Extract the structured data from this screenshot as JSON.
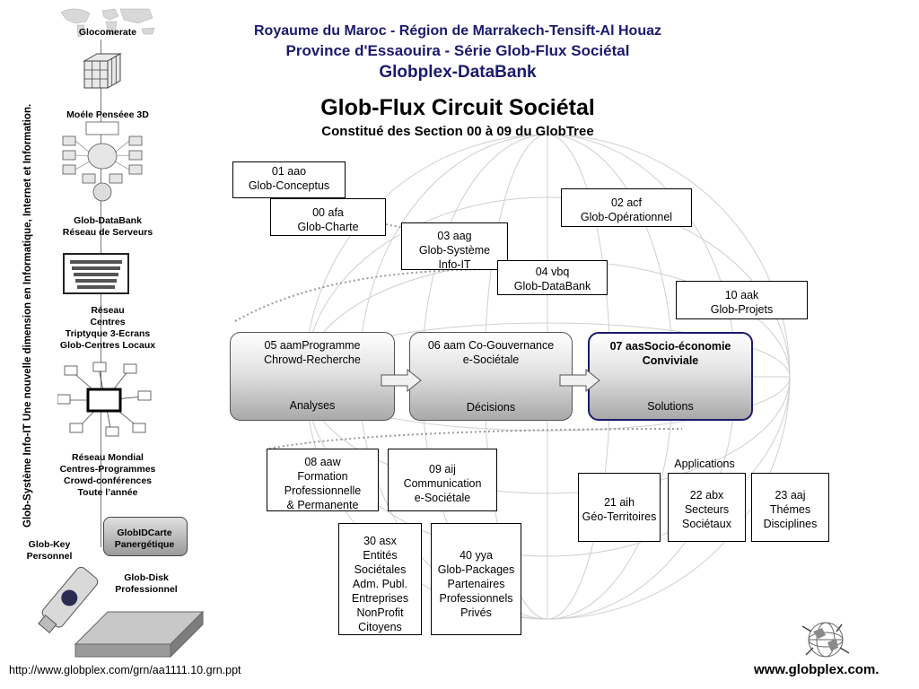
{
  "header": {
    "line1": "Royaume du Maroc - Région de Marrakech-Tensift-Al Houaz",
    "line2": "Province d'Essaouira - Série Glob-Flux Sociétal",
    "line3": "Globplex-DataBank",
    "title": "Glob-Flux Circuit Sociétal",
    "subtitle": "Constitué des Section 00 à 09 du GlobTree"
  },
  "vertical_caption": "Glob-Système Info-IT  Une nouvelle dimension en Informatique, Internet et Information.",
  "sidebar": {
    "glocomerate": "Glocomerate",
    "modele": "Moéle Penséee 3D",
    "databank_1": "Glob-DataBank",
    "databank_2": "Réseau de Serveurs",
    "reseau_1": "Réseau",
    "reseau_2": "Centres",
    "reseau_3": "Triptyque 3-Ecrans",
    "reseau_4": "Glob-Centres Locaux",
    "mondial_1": "Réseau Mondial",
    "mondial_2": "Centres-Programmes",
    "mondial_3": "Crowd-conférences",
    "mondial_4": "Toute l’année",
    "globidcarte_1": "GlobIDCarte",
    "globidcarte_2": "Panergétique",
    "key_1": "Glob-Key",
    "key_2": "Personnel",
    "disk_1": "Glob-Disk",
    "disk_2": "Professionnel"
  },
  "boxes": {
    "b01_code": "01 aao",
    "b01_name": "Glob-Conceptus",
    "b00_code": "00 afa",
    "b00_name": "Glob-Charte",
    "b02_code": "02 acf",
    "b02_name": "Glob-Opérationnel",
    "b03_code": "03 aag",
    "b03_name": "Glob-Système",
    "b03_name2": "Info-IT",
    "b04_code": "04 vbq",
    "b04_name": "Glob-DataBank",
    "b10_code": "10 aak",
    "b10_name": "Glob-Projets",
    "b08_l1": "08 aaw",
    "b08_l2": "Formation",
    "b08_l3": "Professionnelle",
    "b08_l4": "& Permanente",
    "b09_l1": "09 aij",
    "b09_l2": "Communication",
    "b09_l3": "e-Sociétale",
    "b30_l1": "30 asx",
    "b30_l2": "Entités",
    "b30_l3": "Sociétales",
    "b30_l4": "Adm. Publ.",
    "b30_l5": "Entreprises",
    "b30_l6": "NonProfit",
    "b30_l7": "Citoyens",
    "b40_l1": "40 yya",
    "b40_l2": "Glob-Packages",
    "b40_l3": "Partenaires",
    "b40_l4": "Professionnels",
    "b40_l5": "Privés",
    "b21_l1": "21 aih",
    "b21_l2": "Géo-Territoires",
    "b22_l1": "22 abx",
    "b22_l2": "Secteurs",
    "b22_l3": "Sociétaux",
    "b23_l1": "23 aaj",
    "b23_l2": "Thémes",
    "b23_l3": "Disciplines",
    "applications": "Applications"
  },
  "pills": {
    "p05_t1": "05 aamProgramme",
    "p05_t2": "Chrowd-Recherche",
    "p05_b": "Analyses",
    "p06_t1": "06 aam Co-Gouvernance",
    "p06_t2": "e-Sociétale",
    "p06_b": "Décisions",
    "p07_t1": "07 aasSocio-économie",
    "p07_t2": "Conviviale",
    "p07_b": "Solutions"
  },
  "footer": {
    "url": "http://www.globplex.com/grn/aa1111.10.grn.ppt",
    "site": "www.globplex.com."
  }
}
